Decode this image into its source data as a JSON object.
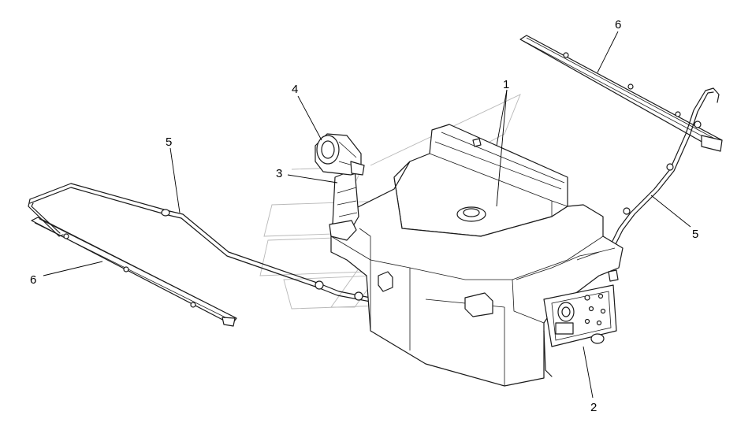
{
  "labels": {
    "part1": "1",
    "part2": "2",
    "part3": "3",
    "part4": "4",
    "part5_left": "5",
    "part5_right": "5",
    "part6_left": "6",
    "part6_right": "6"
  },
  "colors": {
    "line": "#1a1a1a",
    "watermark": "#b8b8b8",
    "background": "#ffffff"
  }
}
